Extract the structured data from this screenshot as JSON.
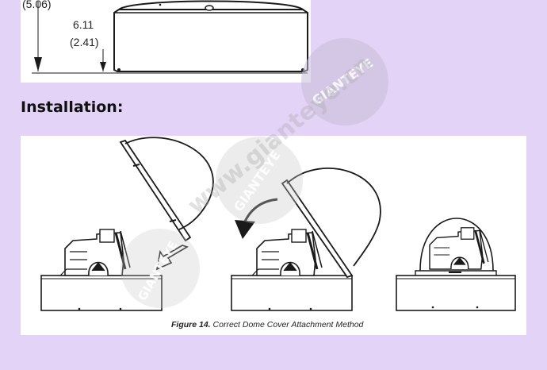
{
  "dimension": {
    "top_value": "(5.06)",
    "height_mm": "6.11",
    "height_in": "(2.41)"
  },
  "heading": "Installation:",
  "figure": {
    "number_label": "Figure 14.",
    "caption": "Correct Dome Cover Attachment Method"
  },
  "watermark": {
    "brand": "GIANTEYE",
    "domain": "www.gianteye.cn"
  },
  "colors": {
    "background": "#e3d3f6",
    "panel": "#ffffff",
    "line": "#1a1a1a"
  }
}
